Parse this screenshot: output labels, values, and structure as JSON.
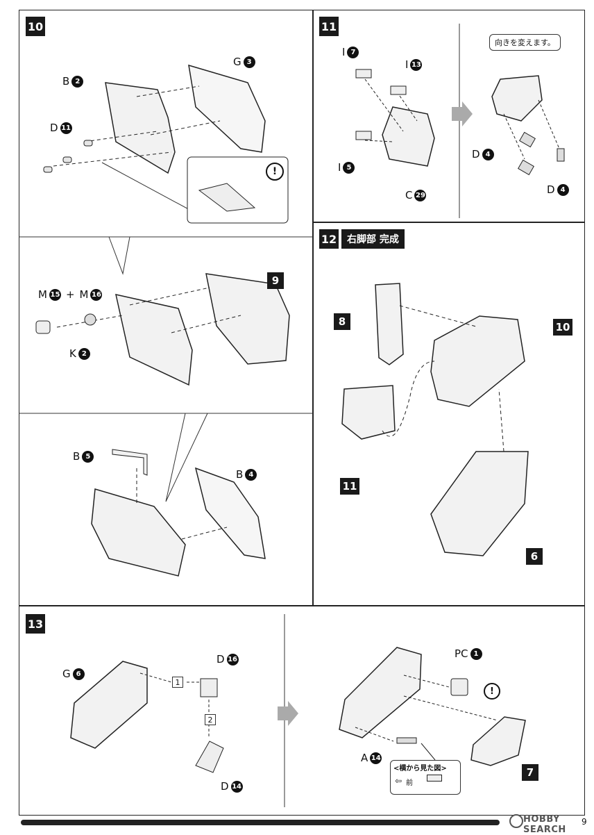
{
  "steps": [
    {
      "number": "10"
    },
    {
      "number": "11"
    },
    {
      "number": "12",
      "title": "右脚部 完成"
    },
    {
      "number": "13"
    }
  ],
  "step10": {
    "part_g3": {
      "letter": "G",
      "num": "3"
    },
    "part_b2": {
      "letter": "B",
      "num": "2"
    },
    "part_d11": {
      "letter": "D",
      "num": "11"
    },
    "part_m15": {
      "letter": "M",
      "num": "15"
    },
    "plus": "+",
    "part_m16": {
      "letter": "M",
      "num": "16"
    },
    "part_k2": {
      "letter": "K",
      "num": "2"
    },
    "ref9": "9",
    "part_b5": {
      "letter": "B",
      "num": "5"
    },
    "part_b4": {
      "letter": "B",
      "num": "4"
    },
    "caution": "!"
  },
  "step11": {
    "part_i7": {
      "letter": "I",
      "num": "7"
    },
    "part_i13": {
      "letter": "I",
      "num": "13"
    },
    "part_i5": {
      "letter": "I",
      "num": "5"
    },
    "part_c29": {
      "letter": "C",
      "num": "29"
    },
    "note": "向きを変えます。",
    "part_d4a": {
      "letter": "D",
      "num": "4"
    },
    "part_d4b": {
      "letter": "D",
      "num": "4"
    }
  },
  "step12": {
    "ref8": "8",
    "ref10": "10",
    "ref11": "11",
    "ref6": "6"
  },
  "step13": {
    "part_g6": {
      "letter": "G",
      "num": "6"
    },
    "part_d16": {
      "letter": "D",
      "num": "16"
    },
    "order1": "1",
    "order2": "2",
    "part_d14": {
      "letter": "D",
      "num": "14"
    },
    "part_pc1": {
      "letter": "PC",
      "num": "1"
    },
    "part_a14": {
      "letter": "A",
      "num": "14"
    },
    "ref7": "7",
    "side_view": "<横から見た図>",
    "front": "前",
    "caution": "!"
  },
  "footer": {
    "watermark": "HOBBY SEARCH",
    "page": "9"
  }
}
